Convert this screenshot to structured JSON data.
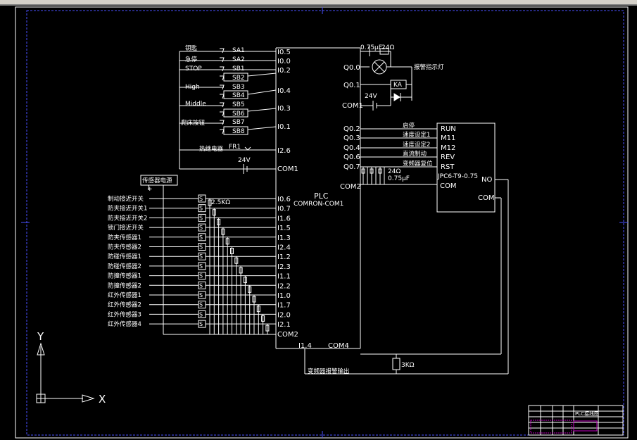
{
  "switches": [
    {
      "cn": "钥匙",
      "id": "SA1",
      "input": "I0.5"
    },
    {
      "cn": "急停",
      "id": "SA2",
      "input": "I0.0"
    },
    {
      "cn": "STOP",
      "id": "SB1",
      "input": "I0.2"
    },
    {
      "cn": "",
      "id": "SB2",
      "input": ""
    },
    {
      "cn": "High",
      "id": "SB3",
      "input": "I0.4"
    },
    {
      "cn": "",
      "id": "SB4",
      "input": ""
    },
    {
      "cn": "Middle",
      "id": "SB5",
      "input": "I0.3"
    },
    {
      "cn": "",
      "id": "SB6",
      "input": ""
    },
    {
      "cn": "爬床按钮",
      "id": "SB7",
      "input": "I0.1"
    },
    {
      "cn": "",
      "id": "SB8",
      "input": ""
    }
  ],
  "relay": {
    "cn": "热继电器",
    "id": "FR1",
    "input": "I2.6"
  },
  "supply24": {
    "voltage": "24V",
    "com": "COM1"
  },
  "plc": {
    "name": "PLC",
    "model": "COMRON-COM1",
    "com2": "COM2",
    "i14": "I1.4",
    "com4": "COM4"
  },
  "sensor_power": "传感器电源",
  "sensors": [
    {
      "label": "制动接近开关",
      "input": "I0.6"
    },
    {
      "label": "防夹接近开关1",
      "input": "I0.7"
    },
    {
      "label": "防夹接近开关2",
      "input": "I1.6"
    },
    {
      "label": "锁门接近开关",
      "input": "I1.5"
    },
    {
      "label": "防夹传感器1",
      "input": "I1.3"
    },
    {
      "label": "防夹传感器2",
      "input": "I2.4"
    },
    {
      "label": "防碰传感器1",
      "input": "I1.2"
    },
    {
      "label": "防碰传感器2",
      "input": "I2.3"
    },
    {
      "label": "防撞传感器1",
      "input": "I1.1"
    },
    {
      "label": "防撞传感器2",
      "input": "I2.2"
    },
    {
      "label": "红外传感器1",
      "input": "I1.0"
    },
    {
      "label": "红外传感器2",
      "input": "I1.7"
    },
    {
      "label": "红外传感器3",
      "input": "I2.0"
    },
    {
      "label": "红外传感器4",
      "input": "I2.1"
    }
  ],
  "sensor_com": "COM2",
  "resistor_1": "2.5KΩ",
  "outputs_top": {
    "q00": "Q0.0",
    "q01": "Q0.1",
    "com1": "COM1",
    "lamp_label": "报警指示灯",
    "cap_label": "0.75μF",
    "res_label": "24Ω",
    "ka": "KA",
    "v24": "24V"
  },
  "outputs": [
    {
      "q": "Q0.2",
      "cn": "启停",
      "inv": "RUN"
    },
    {
      "q": "Q0.3",
      "cn": "速度设定1",
      "inv": "M11"
    },
    {
      "q": "Q0.4",
      "cn": "速度设定2",
      "inv": "M12"
    },
    {
      "q": "Q0.6",
      "cn": "直流制动",
      "inv": "REV"
    },
    {
      "q": "Q0.7",
      "cn": "变频器复位",
      "inv": "RST"
    }
  ],
  "out_com": "COM2",
  "inverter": {
    "model": "JPC6-T9-0.75",
    "com": "COM",
    "no": "NO",
    "com2": "COM"
  },
  "rc_labels": {
    "res": "24Ω",
    "cap": "0.75μF"
  },
  "resistor_3k": "3KΩ",
  "alarm_output": "变频器报警输出",
  "ucs": {
    "y": "Y",
    "x": "X"
  },
  "title_block": {
    "name": "PLC接线图"
  }
}
